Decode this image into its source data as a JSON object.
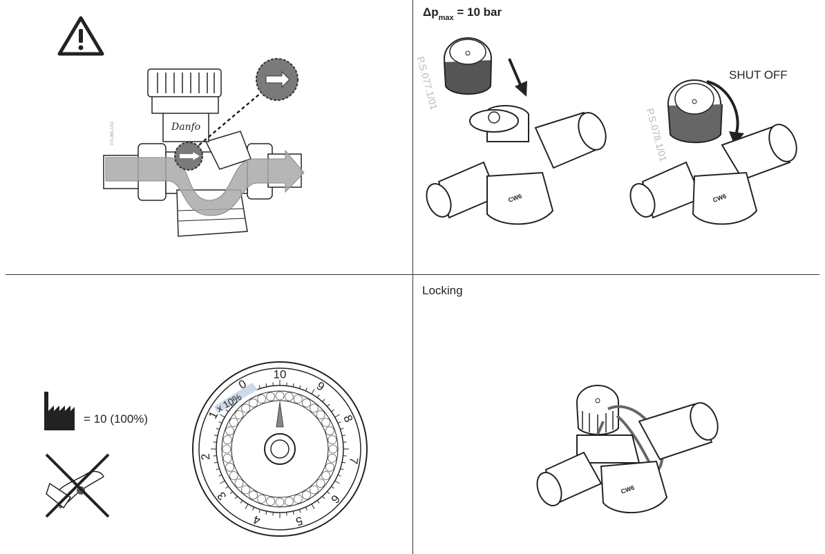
{
  "quadrants": {
    "top_left": {
      "warning_icon": "warning-triangle-icon",
      "ref_code": "P.S.065.1/01"
    },
    "top_right": {
      "pressure": {
        "delta": "Δp",
        "sub": "max",
        "value": "= 10 bar"
      },
      "ref_code_1": "P.S.077.1/01",
      "ref_code_2": "P.S.078.1/01",
      "shut_off_label": "SHUT OFF"
    },
    "bottom_left": {
      "factory_setting": "= 10 (100%)",
      "dial": {
        "multiplier": "x 10%",
        "numbers": [
          "10",
          "9",
          "8",
          "7",
          "6",
          "5",
          "4",
          "3",
          "2",
          "1",
          "0"
        ]
      }
    },
    "bottom_right": {
      "title": "Locking"
    }
  },
  "colors": {
    "line": "#222222",
    "flow": "#aaaaaa",
    "grey": "#8a8a8a",
    "highlight": "#cfd8e6"
  }
}
